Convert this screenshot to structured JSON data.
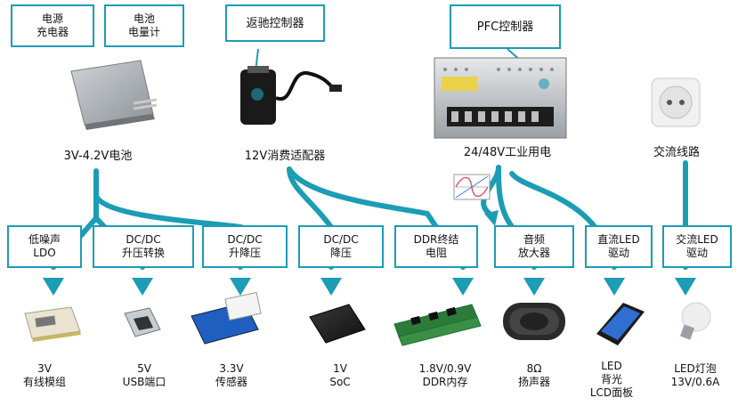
{
  "colors": {
    "teal": "#1c9cb5",
    "text": "#111111"
  },
  "top_boxes": {
    "charger": "电源\n充电器",
    "gauge": "电池\n电量计",
    "flyback": "返驰控制器",
    "pfc": "PFC控制器"
  },
  "sources": {
    "battery": "3V-4.2V电池",
    "adapter": "12V消费适配器",
    "industrial": "24/48V工业用电",
    "ac": "交流线路"
  },
  "converters": {
    "ldo": "低噪声\nLDO",
    "boost": "DC/DC\n升压转换",
    "buck1": "DC/DC\n升降压",
    "buck2": "DC/DC\n降压",
    "ddr_term": "DDR终结\n电阻",
    "audio_amp": "音频\n放大器",
    "dc_led": "直流LED\n驱动",
    "ac_led": "交流LED\n驱动"
  },
  "loads": {
    "wired": "3V\n有线模组",
    "usb": "5V\nUSB端口",
    "sensor": "3.3V\n传感器",
    "soc": "1V\nSoC",
    "ddr": "1.8V/0.9V\nDDR内存",
    "speaker": "8Ω\n扬声器",
    "lcd": "LED\n背光\nLCD面板",
    "bulb": "LED灯泡\n13V/0.6A"
  }
}
